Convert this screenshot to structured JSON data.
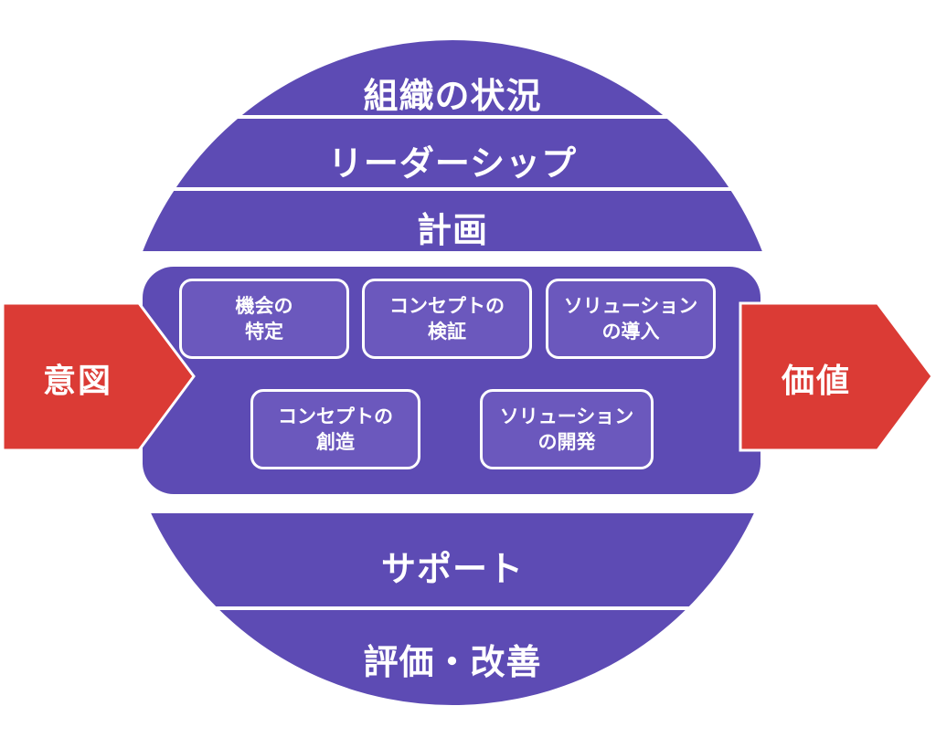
{
  "colors": {
    "purple": "#5d4bb4",
    "box_fill": "#6b58bd",
    "red": "#db3b35",
    "text": "#ffffff"
  },
  "top_layers": [
    "組織の状況",
    "リーダーシップ",
    "計画"
  ],
  "bottom_layers": [
    "サポート",
    "評価・改善"
  ],
  "operation_steps": [
    {
      "line1": "機会の",
      "line2": "特定"
    },
    {
      "line1": "コンセプトの",
      "line2": "検証"
    },
    {
      "line1": "ソリューション",
      "line2": "の導入"
    },
    {
      "line1": "コンセプトの",
      "line2": "創造"
    },
    {
      "line1": "ソリューション",
      "line2": "の開発"
    }
  ],
  "input_arrow": {
    "label": "意図"
  },
  "output_arrow": {
    "label": "価値"
  }
}
